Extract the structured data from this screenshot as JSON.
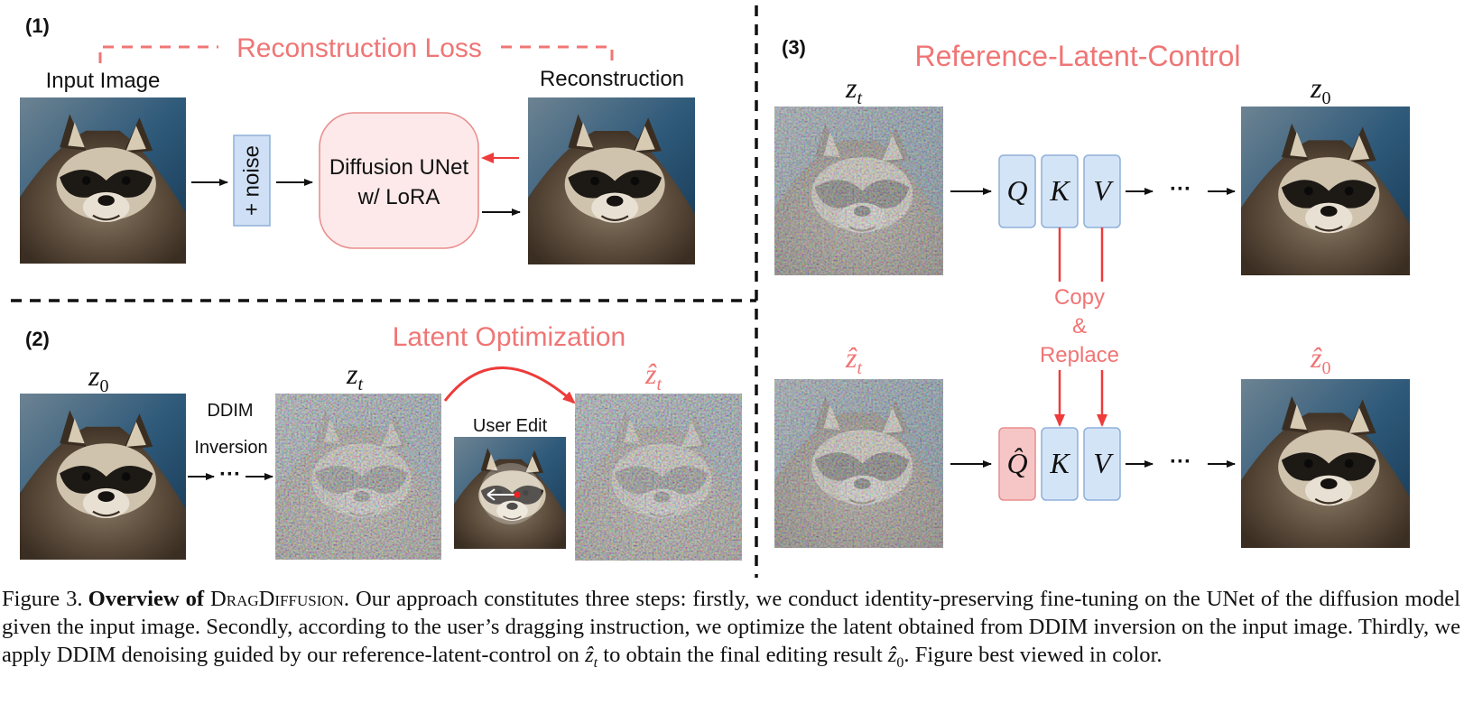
{
  "colors": {
    "accent_red": "#f07575",
    "arrow_red": "#ee3b3b",
    "qkv_blue": "#d4e4f7",
    "qkv_border": "#8fb0d8",
    "q_hat_pink": "#f6c6c6",
    "unet_fill": "#fde9e9",
    "unet_border": "#e88d8d",
    "noise_fill": "#cfe0f6"
  },
  "panel1": {
    "label": "(1)",
    "loss_label": "Reconstruction Loss",
    "input_label": "Input Image",
    "noise_label": "+ noise",
    "unet_line1": "Diffusion UNet",
    "unet_line2": "w/ LoRA",
    "recon_label": "Reconstruction"
  },
  "panel2": {
    "label": "(2)",
    "title": "Latent Optimization",
    "z0_label": "z",
    "z0_sub": "0",
    "ddim_line1": "DDIM",
    "ddim_line2": "Inversion",
    "dots": "···",
    "zt_label": "z",
    "zt_sub": "t",
    "user_edit": "User Edit",
    "zhat_label": "ẑ",
    "zhat_sub": "t"
  },
  "panel3": {
    "label": "(3)",
    "title": "Reference-Latent-Control",
    "zt_label": "z",
    "zt_sub": "t",
    "z0_label": "z",
    "z0_sub": "0",
    "zhat_t_label": "ẑ",
    "zhat_t_sub": "t",
    "zhat_0_label": "ẑ",
    "zhat_0_sub": "0",
    "q": "Q",
    "k": "K",
    "v": "V",
    "q_hat": "Q̂",
    "dots": "···",
    "copy_line1": "Copy",
    "copy_line2": "&",
    "copy_line3": "Replace"
  },
  "caption": {
    "label": "Figure 3.",
    "title_a": "Overview of ",
    "title_b": "DragDiffusion.",
    "body1": " Our approach constitutes three steps: firstly, we conduct identity-preserving fine-tuning on the UNet of the diffusion model given the input image. Secondly, according to the user’s dragging instruction, we optimize the latent obtained from DDIM inversion on the input image. Thirdly, we apply DDIM denoising guided by our reference-latent-control on ",
    "math1": "ẑ",
    "math1_sub": "t",
    "body2": " to obtain the final editing result ",
    "math2": "ẑ",
    "math2_sub": "0",
    "body3": ". Figure best viewed in color."
  }
}
